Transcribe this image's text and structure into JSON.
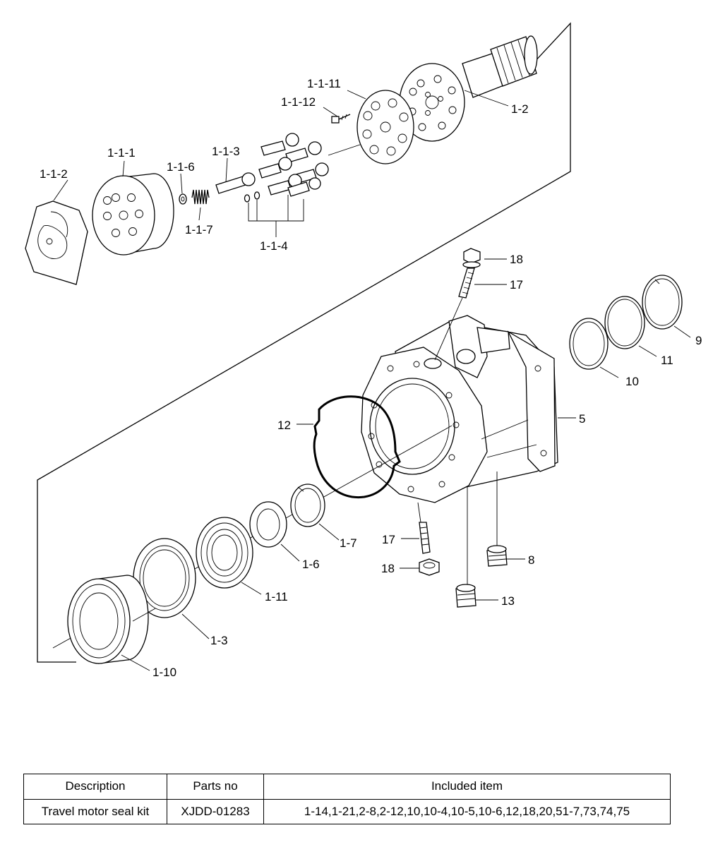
{
  "callouts": {
    "c_1_1_11": "1-1-11",
    "c_1_1_12": "1-1-12",
    "c_1_2": "1-2",
    "c_1_1_1": "1-1-1",
    "c_1_1_3": "1-1-3",
    "c_1_1_6": "1-1-6",
    "c_1_1_2": "1-1-2",
    "c_1_1_7": "1-1-7",
    "c_1_1_4": "1-1-4",
    "c_18_top": "18",
    "c_17_top": "17",
    "c_9": "9",
    "c_11": "11",
    "c_10": "10",
    "c_5": "5",
    "c_12": "12",
    "c_1_7": "1-7",
    "c_17_bottom": "17",
    "c_8": "8",
    "c_1_6": "1-6",
    "c_18_bottom": "18",
    "c_1_11": "1-11",
    "c_13": "13",
    "c_1_3": "1-3",
    "c_1_10": "1-10"
  },
  "table": {
    "headers": [
      "Description",
      "Parts no",
      "Included item"
    ],
    "rows": [
      [
        "Travel motor seal kit",
        "XJDD-01283",
        "1-14,1-21,2-8,2-12,10,10-4,10-5,10-6,12,18,20,51-7,73,74,75"
      ]
    ]
  }
}
